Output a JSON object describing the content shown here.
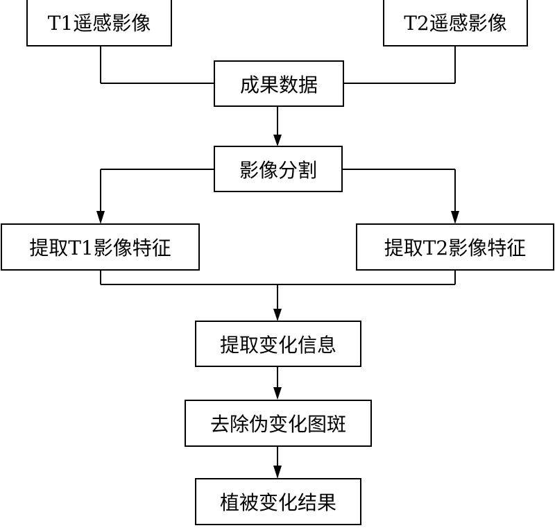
{
  "diagram": {
    "nodes": {
      "t1_image": "T1遥感影像",
      "t2_image": "T2遥感影像",
      "result_data": "成果数据",
      "segmentation": "影像分割",
      "t1_features": "提取T1影像特征",
      "t2_features": "提取T2影像特征",
      "change_info": "提取变化信息",
      "remove_false": "去除伪变化图斑",
      "veg_result": "植被变化结果"
    }
  }
}
